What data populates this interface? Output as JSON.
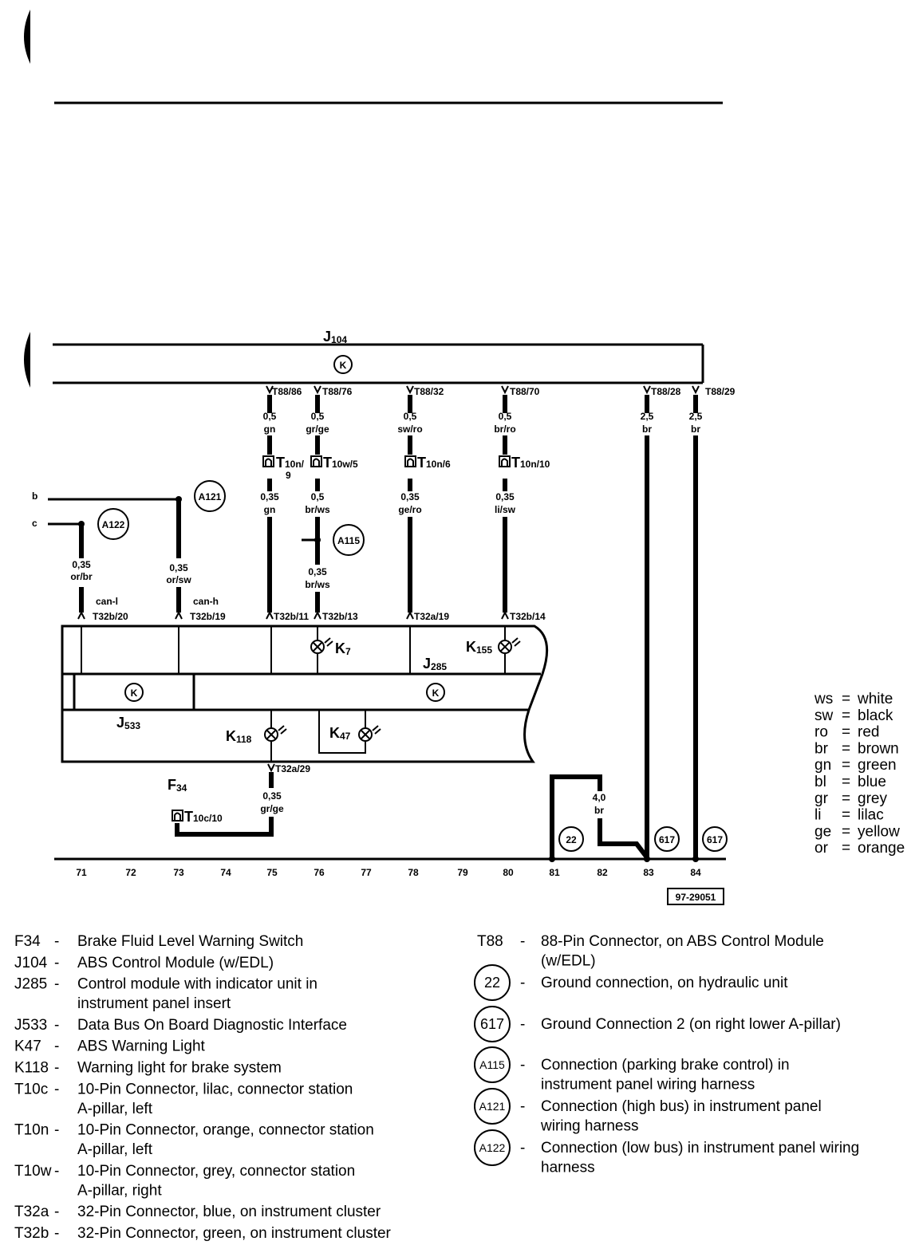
{
  "module_top": {
    "name": "J",
    "sub": "104"
  },
  "j285": {
    "name": "J",
    "sub": "285"
  },
  "j533": {
    "name": "J",
    "sub": "533"
  },
  "pins_top": [
    {
      "id": "p86",
      "label": "T88/86"
    },
    {
      "id": "p76",
      "label": "T88/76"
    },
    {
      "id": "p32",
      "label": "T88/32"
    },
    {
      "id": "p70",
      "label": "T88/70"
    },
    {
      "id": "p28",
      "label": "T88/28"
    },
    {
      "id": "p29",
      "label": "T88/29"
    }
  ],
  "wires_top": [
    {
      "size": "0,5",
      "color": "gn"
    },
    {
      "size": "0,5",
      "color": "gr/ge"
    },
    {
      "size": "0,5",
      "color": "sw/ro"
    },
    {
      "size": "0,5",
      "color": "br/ro"
    },
    {
      "size": "2,5",
      "color": "br"
    },
    {
      "size": "2,5",
      "color": "br"
    }
  ],
  "connectors_mid": [
    {
      "main": "T",
      "sub": "10n/",
      "extra": "9"
    },
    {
      "main": "T",
      "sub": "10w/5",
      "extra": ""
    },
    {
      "main": "T",
      "sub": "10n/6",
      "extra": ""
    },
    {
      "main": "T",
      "sub": "10n/10",
      "extra": ""
    }
  ],
  "wires_mid": [
    {
      "size": "0,35",
      "color": "gn"
    },
    {
      "size": "0,5",
      "color": "br/ws"
    },
    {
      "size": "0,35",
      "color": "ge/ro"
    },
    {
      "size": "0,35",
      "color": "li/sw"
    }
  ],
  "wire_a115_low": {
    "size": "0,35",
    "color": "br/ws"
  },
  "wire_orbr": {
    "size": "0,35",
    "color": "or/br"
  },
  "wire_orsw": {
    "size": "0,35",
    "color": "or/sw"
  },
  "can_l": "can-l",
  "can_h": "can-h",
  "pins_cluster": [
    "T32b/20",
    "T32b/19",
    "T32b/11",
    "T32b/13",
    "T32a/19",
    "T32b/14"
  ],
  "pin_t32a29": "T32a/29",
  "line_b": "b",
  "line_c": "c",
  "k7": {
    "name": "K",
    "sub": "7"
  },
  "k155": {
    "name": "K",
    "sub": "155"
  },
  "k118": {
    "name": "K",
    "sub": "118"
  },
  "k47": {
    "name": "K",
    "sub": "47"
  },
  "f34": {
    "name": "F",
    "sub": "34"
  },
  "t10c": {
    "main": "T",
    "sub": "10c/10"
  },
  "wire_f34": {
    "size": "0,35",
    "color": "gr/ge"
  },
  "wire_ground": {
    "size": "4,0",
    "color": "br"
  },
  "circles": {
    "a121": "A121",
    "a122": "A122",
    "a115": "A115",
    "g22": "22",
    "g617a": "617",
    "g617b": "617",
    "k": "K"
  },
  "bottom_numbers": [
    "71",
    "72",
    "73",
    "74",
    "75",
    "76",
    "77",
    "78",
    "79",
    "80",
    "81",
    "82",
    "83",
    "84"
  ],
  "ref_code": "97-29051",
  "color_legend": [
    {
      "code": "ws",
      "name": "white"
    },
    {
      "code": "sw",
      "name": "black"
    },
    {
      "code": "ro",
      "name": "red"
    },
    {
      "code": "br",
      "name": "brown"
    },
    {
      "code": "gn",
      "name": "green"
    },
    {
      "code": "bl",
      "name": "blue"
    },
    {
      "code": "gr",
      "name": "grey"
    },
    {
      "code": "li",
      "name": "lilac"
    },
    {
      "code": "ge",
      "name": "yellow"
    },
    {
      "code": "or",
      "name": "orange"
    }
  ],
  "key_left": [
    {
      "code": "F34",
      "lines": [
        "Brake Fluid Level Warning Switch"
      ]
    },
    {
      "code": "J104",
      "lines": [
        "ABS Control Module (w/EDL)"
      ]
    },
    {
      "code": "J285",
      "lines": [
        "Control module with indicator unit in",
        "instrument panel insert"
      ]
    },
    {
      "code": "J533",
      "lines": [
        "Data Bus On Board Diagnostic Interface"
      ]
    },
    {
      "code": "K47",
      "lines": [
        "ABS Warning Light"
      ]
    },
    {
      "code": "K118",
      "lines": [
        "Warning light for brake system"
      ]
    },
    {
      "code": "T10c",
      "lines": [
        "10-Pin Connector, lilac, connector station",
        "A-pillar, left"
      ]
    },
    {
      "code": "T10n",
      "lines": [
        "10-Pin Connector, orange, connector station",
        "A-pillar, left"
      ]
    },
    {
      "code": "T10w",
      "lines": [
        "10-Pin Connector, grey, connector station",
        "A-pillar, right"
      ]
    },
    {
      "code": "T32a",
      "lines": [
        "32-Pin Connector, blue, on instrument cluster"
      ]
    },
    {
      "code": "T32b",
      "lines": [
        "32-Pin Connector, green, on instrument cluster"
      ]
    }
  ],
  "key_right": [
    {
      "code": "T88",
      "lines": [
        "88-Pin Connector, on ABS Control Module",
        "(w/EDL)"
      ]
    },
    {
      "code": "22",
      "lines": [
        "Ground connection, on hydraulic unit"
      ]
    },
    {
      "code": "617",
      "lines": [
        "Ground Connection 2 (on right lower A-pillar)"
      ]
    },
    {
      "code": "A115",
      "lines": [
        "Connection (parking brake control) in",
        "instrument panel wiring harness"
      ]
    },
    {
      "code": "A121",
      "lines": [
        "Connection (high bus) in instrument panel",
        "wiring harness"
      ]
    },
    {
      "code": "A122",
      "lines": [
        "Connection (low bus) in instrument panel wiring",
        "harness"
      ]
    }
  ],
  "dash": "-"
}
